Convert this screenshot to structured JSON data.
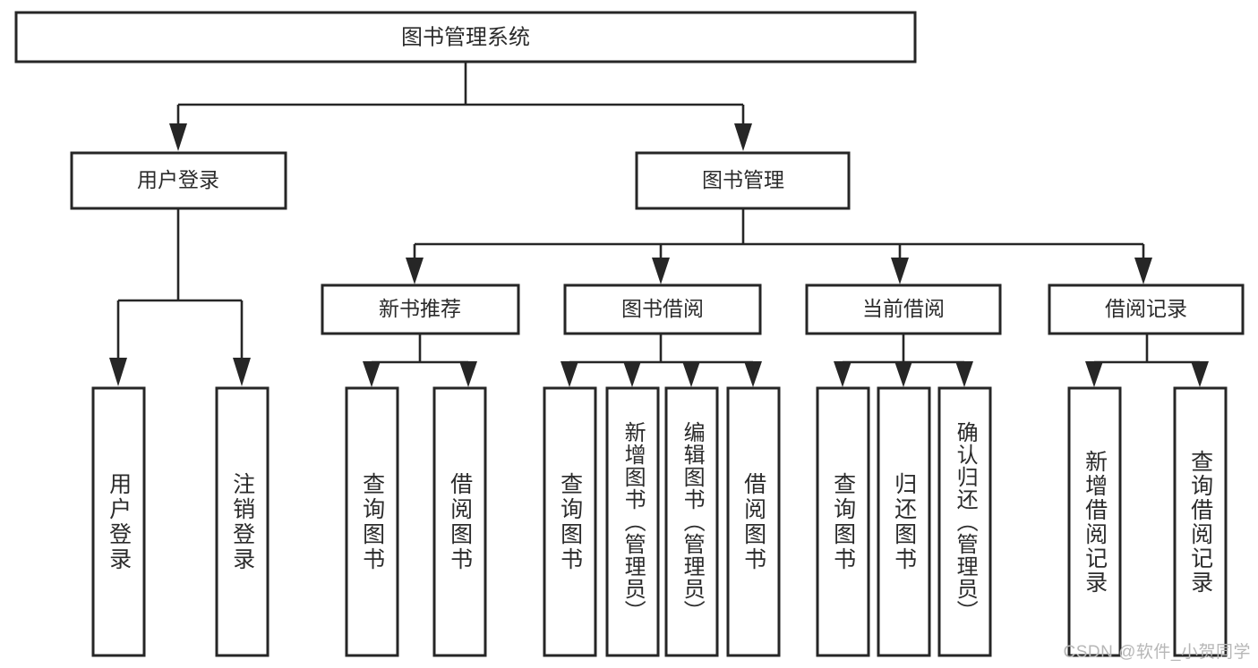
{
  "diagram": {
    "type": "tree-hierarchy",
    "title": "图书管理系统",
    "watermark": "CSDN @软件_小贺同学",
    "colors": {
      "box_stroke": "#262626",
      "box_fill": "#ffffff",
      "text": "#2b2b2b",
      "connector": "#262626",
      "watermark": "#b7b7b7",
      "background": "#ffffff"
    },
    "levels": {
      "root": {
        "label": "图书管理系统"
      },
      "level2": [
        {
          "id": "user-login",
          "label": "用户登录"
        },
        {
          "id": "book-manage",
          "label": "图书管理"
        }
      ],
      "level3": [
        {
          "id": "new-book-recommend",
          "label": "新书推荐",
          "parent": "book-manage"
        },
        {
          "id": "book-borrow",
          "label": "图书借阅",
          "parent": "book-manage"
        },
        {
          "id": "current-borrow",
          "label": "当前借阅",
          "parent": "book-manage"
        },
        {
          "id": "borrow-record",
          "label": "借阅记录",
          "parent": "book-manage"
        }
      ],
      "leaves": {
        "user-login": [
          {
            "id": "leaf-user-login",
            "label": "用户登录"
          },
          {
            "id": "leaf-logout",
            "label": "注销登录"
          }
        ],
        "new-book-recommend": [
          {
            "id": "leaf-query-book-1",
            "label": "查询图书"
          },
          {
            "id": "leaf-borrow-book-1",
            "label": "借阅图书"
          }
        ],
        "book-borrow": [
          {
            "id": "leaf-query-book-2",
            "label": "查询图书"
          },
          {
            "id": "leaf-add-book",
            "label": "新增图书（管理员）"
          },
          {
            "id": "leaf-edit-book",
            "label": "编辑图书（管理员）"
          },
          {
            "id": "leaf-borrow-book-2",
            "label": "借阅图书"
          }
        ],
        "current-borrow": [
          {
            "id": "leaf-query-book-3",
            "label": "查询图书"
          },
          {
            "id": "leaf-return-book",
            "label": "归还图书"
          },
          {
            "id": "leaf-confirm-return",
            "label": "确认归还（管理员）"
          }
        ],
        "borrow-record": [
          {
            "id": "leaf-add-record",
            "label": "新增借阅记录"
          },
          {
            "id": "leaf-query-record",
            "label": "查询借阅记录"
          }
        ]
      }
    }
  }
}
